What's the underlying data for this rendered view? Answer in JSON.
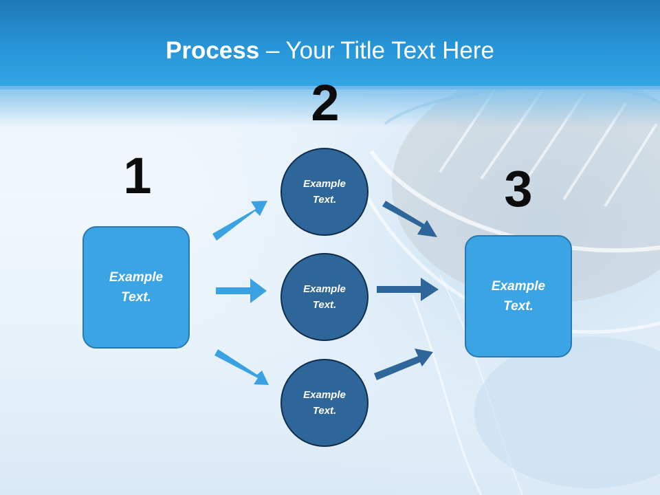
{
  "slide": {
    "title_bold": "Process",
    "title_rest": " – Your Title Text Here",
    "colors": {
      "header": "#2796d8",
      "box_fill": "#3ba4e4",
      "circle_fill": "#2f6699",
      "arrow_light": "#3aa2e2",
      "arrow_dark": "#2f6699"
    }
  },
  "steps": {
    "one": {
      "number": "1",
      "text": "Example Text."
    },
    "two": {
      "number": "2",
      "items": [
        {
          "text": "Example Text."
        },
        {
          "text": "Example Text."
        },
        {
          "text": "Example Text."
        }
      ]
    },
    "three": {
      "number": "3",
      "text": "Example Text."
    }
  }
}
